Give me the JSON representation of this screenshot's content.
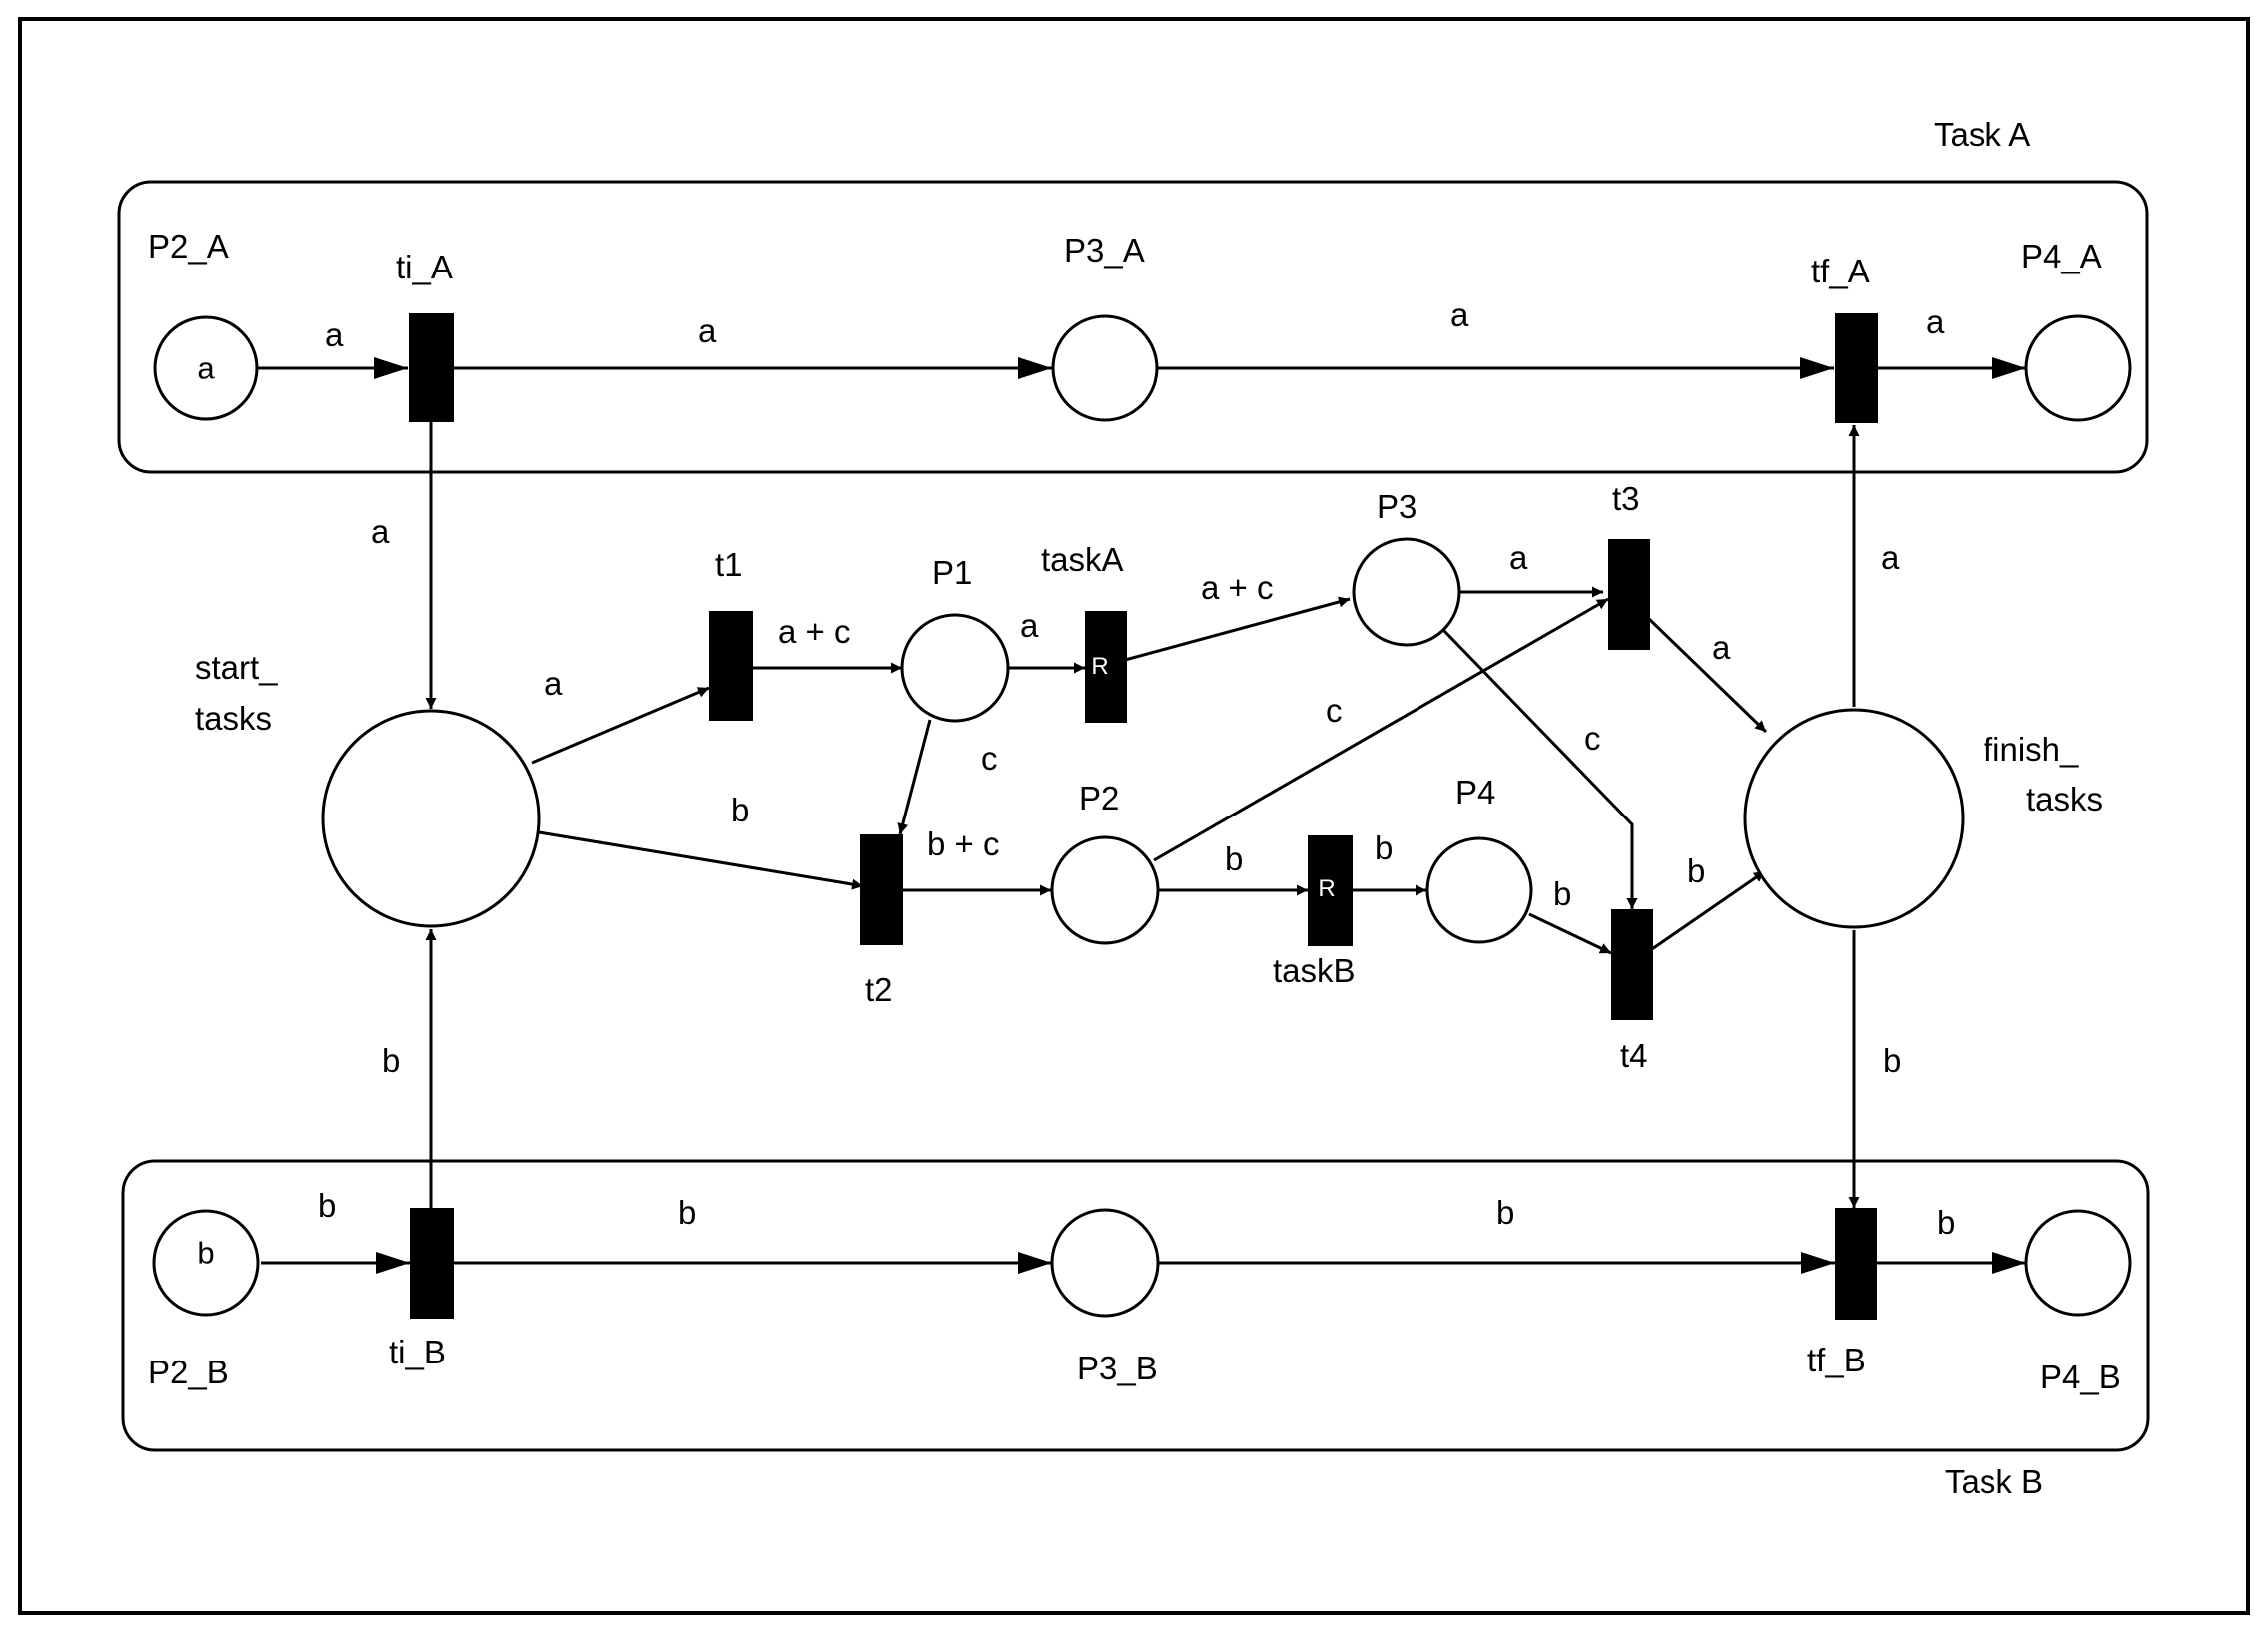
{
  "groups": {
    "task_a": "Task A",
    "task_b": "Task B"
  },
  "places": {
    "p2_a": {
      "label": "P2_A",
      "token": "a"
    },
    "p3_a": {
      "label": "P3_A"
    },
    "p4_a": {
      "label": "P4_A"
    },
    "p2_b": {
      "label": "P2_B",
      "token": "b"
    },
    "p3_b": {
      "label": "P3_B"
    },
    "p4_b": {
      "label": "P4_B"
    },
    "start": {
      "label_line1": "start_",
      "label_line2": "tasks"
    },
    "finish": {
      "label_line1": "finish_",
      "label_line2": "tasks"
    },
    "p1": {
      "label": "P1"
    },
    "p2": {
      "label": "P2"
    },
    "p3": {
      "label": "P3"
    },
    "p4": {
      "label": "P4"
    }
  },
  "transitions": {
    "ti_a": "ti_A",
    "tf_a": "tf_A",
    "ti_b": "ti_B",
    "tf_b": "tf_B",
    "t1": "t1",
    "t2": "t2",
    "t3": "t3",
    "t4": "t4",
    "task_a": {
      "label": "taskA",
      "marker": "R"
    },
    "task_b": {
      "label": "taskB",
      "marker": "R"
    }
  },
  "arcs": {
    "p2a_tia": "a",
    "tia_p3a": "a",
    "p3a_tfa": "a",
    "tfa_p4a": "a",
    "tia_start": "a",
    "finish_tfa": "a",
    "p2b_tib": "b",
    "tib_p3b": "b",
    "p3b_tfb": "b",
    "tfb_p4b": "b",
    "tib_start": "b",
    "finish_tfb": "b",
    "start_t1": "a",
    "start_t2": "b",
    "t1_p1": "a + c",
    "p1_taska": "a",
    "p1_t2": "c",
    "taska_p3": "a + c",
    "t2_p2": "b + c",
    "p2_taskb": "b",
    "p2_t3": "c",
    "taskb_p4": "b",
    "p3_t3": "a",
    "p3_t4": "c",
    "p4_t4": "b",
    "t3_finish": "a",
    "t4_finish": "b"
  }
}
